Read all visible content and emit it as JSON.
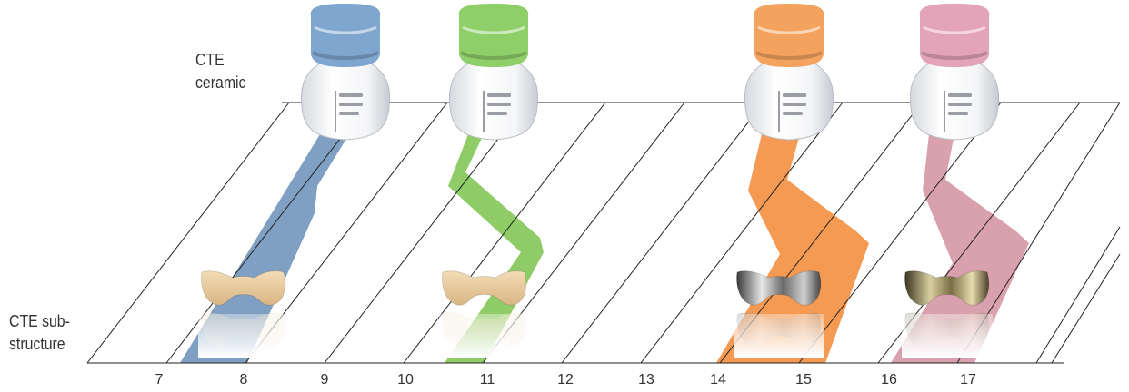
{
  "labels": {
    "ceramic_line1": "CTE",
    "ceramic_line2": "ceramic",
    "sub_line1": "CTE sub-",
    "sub_line2": "structure"
  },
  "scale": {
    "ticks": [
      "7",
      "8",
      "9",
      "10",
      "11",
      "12",
      "13",
      "14",
      "15",
      "16",
      "17"
    ]
  },
  "materials": [
    {
      "name": "blue",
      "cap_color": "#7fa6cf",
      "band_color": "#7fa0c2",
      "frame": "ceramic"
    },
    {
      "name": "green",
      "cap_color": "#8fcf6a",
      "band_color": "#8fcc68",
      "frame": "ceramic"
    },
    {
      "name": "orange",
      "cap_color": "#f4a35e",
      "band_color": "#f59a52",
      "frame": "metal"
    },
    {
      "name": "pink",
      "cap_color": "#e3a3b8",
      "band_color": "#d9a0ad",
      "frame": "gold"
    }
  ],
  "colors": {
    "line": "#222222",
    "text": "#333333"
  }
}
